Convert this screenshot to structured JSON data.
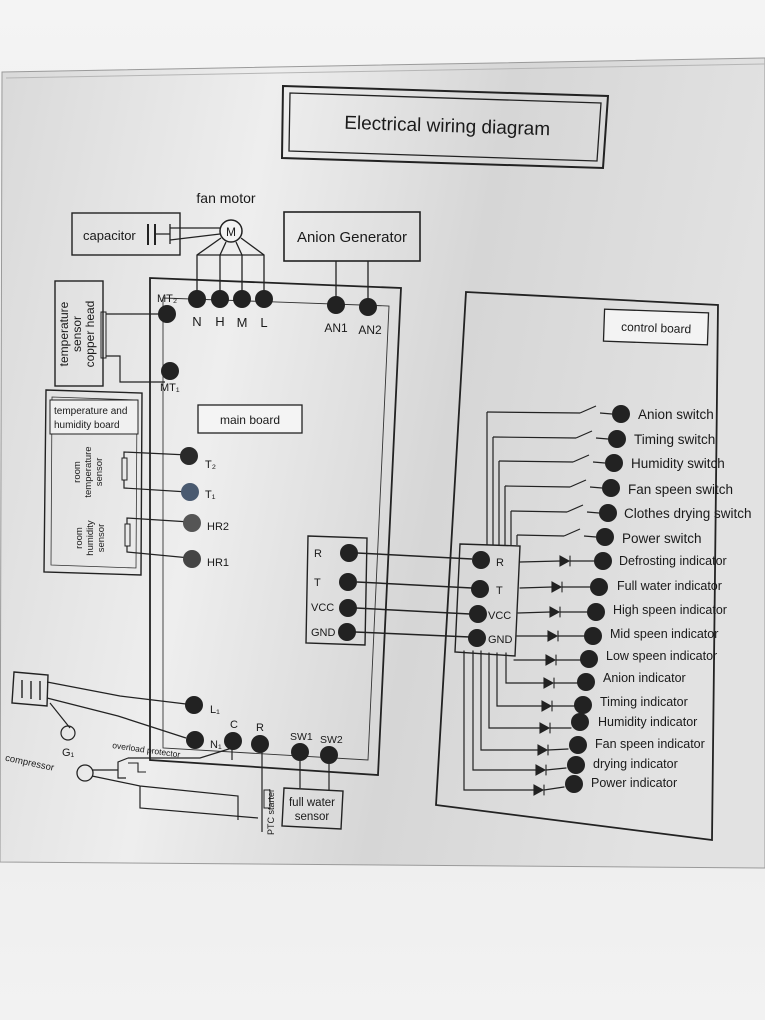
{
  "title": "Electrical wiring diagram",
  "fan_motor": {
    "label": "fan motor",
    "motor_symbol": "M",
    "terminals": [
      "N",
      "H",
      "M",
      "L"
    ]
  },
  "capacitor_label": "capacitor",
  "anion_generator": {
    "label": "Anion Generator",
    "terminals": [
      "AN1",
      "AN2"
    ]
  },
  "temp_sensor": {
    "label_line1": "temperature",
    "label_line2": "sensor",
    "label_line3": "copper head",
    "terminals": [
      "MT₂",
      "MT₁"
    ]
  },
  "th_board": {
    "title_line1": "temperature and",
    "title_line2": "humidity board",
    "room_temp_line1": "room",
    "room_temp_line2": "temperature",
    "room_temp_line3": "sensor",
    "room_hum_line1": "room",
    "room_hum_line2": "humidity",
    "room_hum_line3": "sensor"
  },
  "main_board": {
    "label": "main board",
    "th_terminals": [
      "T₂",
      "T₁",
      "HR2",
      "HR1"
    ],
    "comm_terminals": [
      "R",
      "T",
      "VCC",
      "GND"
    ],
    "power_terminals": [
      "L₁",
      "N₁"
    ],
    "compressor_terminals": [
      "C",
      "R"
    ],
    "switch_terminals": [
      "SW1",
      "SW2"
    ]
  },
  "control_board": {
    "label": "control board",
    "comm_terminals": [
      "R",
      "T",
      "VCC",
      "GND"
    ],
    "switches": [
      "Anion switch",
      "Timing switch",
      "Humidity switch",
      "Fan speen switch",
      "Clothes drying switch",
      "Power switch"
    ],
    "indicators": [
      "Defrosting indicator",
      "Full water indicator",
      "High speen indicator",
      "Mid speen indicator",
      "Low speen indicator",
      "Anion indicator",
      "Timing indicator",
      "Humidity indicator",
      "Fan speen indicator",
      "drying indicator",
      "Power indicator"
    ]
  },
  "compressor": {
    "label": "compressor",
    "ground_label": "G₁",
    "overload_label": "overload protector",
    "ptc_label": "PTC starter"
  },
  "full_water_sensor": {
    "line1": "full water",
    "line2": "sensor"
  }
}
